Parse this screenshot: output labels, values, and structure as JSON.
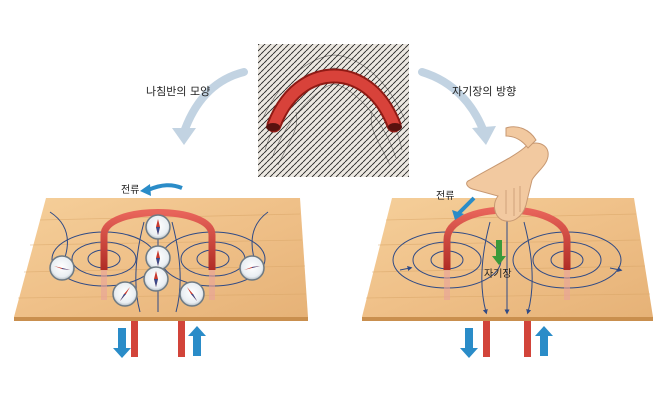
{
  "labels": {
    "compass_shape": "나침반의 모양",
    "field_direction": "자기장의 방향",
    "current_left": "전류",
    "current_right": "전류",
    "magnetic_field": "자기장"
  },
  "colors": {
    "wood": "#f0c48e",
    "wood_edge": "#c98f4e",
    "wire": "#d2443a",
    "field_line": "#2f4a86",
    "arrow_blue": "#2a8cc8",
    "arrow_green": "#3a9a3a",
    "curve_arrow": "#b8cbdc",
    "hand": "#f2c9a0"
  },
  "icons": [
    "compass-icon",
    "hand-icon",
    "current-arrow-icon",
    "field-arrow-icon"
  ]
}
